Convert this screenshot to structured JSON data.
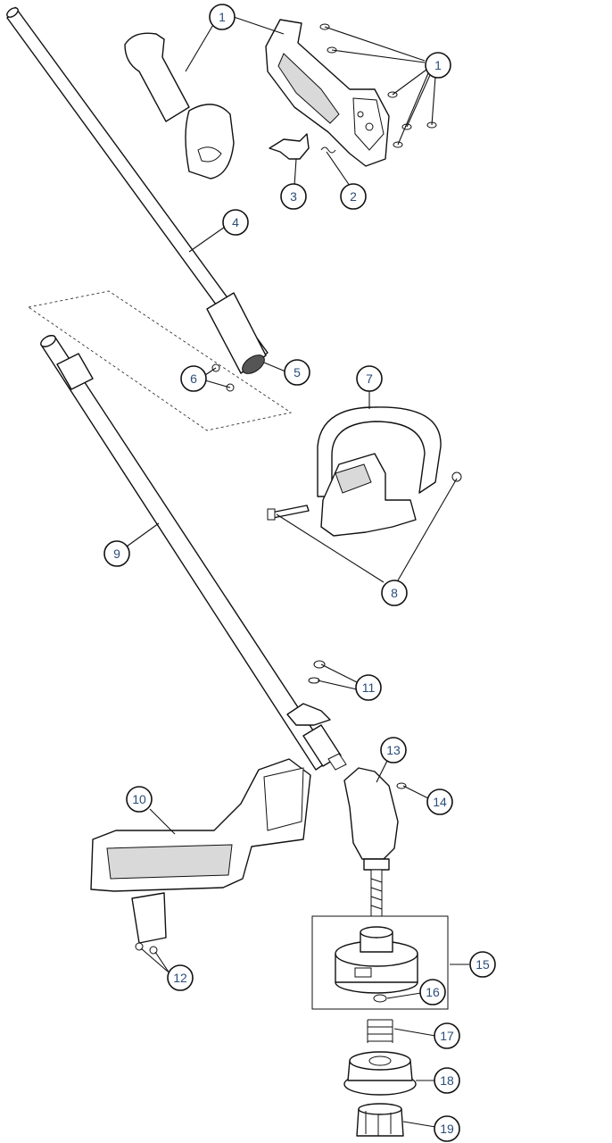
{
  "callouts": [
    {
      "id": "c1a",
      "label": "1"
    },
    {
      "id": "c1b",
      "label": "1"
    },
    {
      "id": "c2",
      "label": "2"
    },
    {
      "id": "c3",
      "label": "3"
    },
    {
      "id": "c4",
      "label": "4"
    },
    {
      "id": "c5",
      "label": "5"
    },
    {
      "id": "c6",
      "label": "6"
    },
    {
      "id": "c7",
      "label": "7"
    },
    {
      "id": "c8",
      "label": "8"
    },
    {
      "id": "c9",
      "label": "9"
    },
    {
      "id": "c10",
      "label": "10"
    },
    {
      "id": "c11",
      "label": "11"
    },
    {
      "id": "c12",
      "label": "12"
    },
    {
      "id": "c13",
      "label": "13"
    },
    {
      "id": "c14",
      "label": "14"
    },
    {
      "id": "c15",
      "label": "15"
    },
    {
      "id": "c16",
      "label": "16"
    },
    {
      "id": "c17",
      "label": "17"
    },
    {
      "id": "c18",
      "label": "18"
    },
    {
      "id": "c19",
      "label": "19"
    }
  ],
  "colors": {
    "line": "#111111",
    "callout_text": "#2a4d7a",
    "background": "#ffffff"
  }
}
